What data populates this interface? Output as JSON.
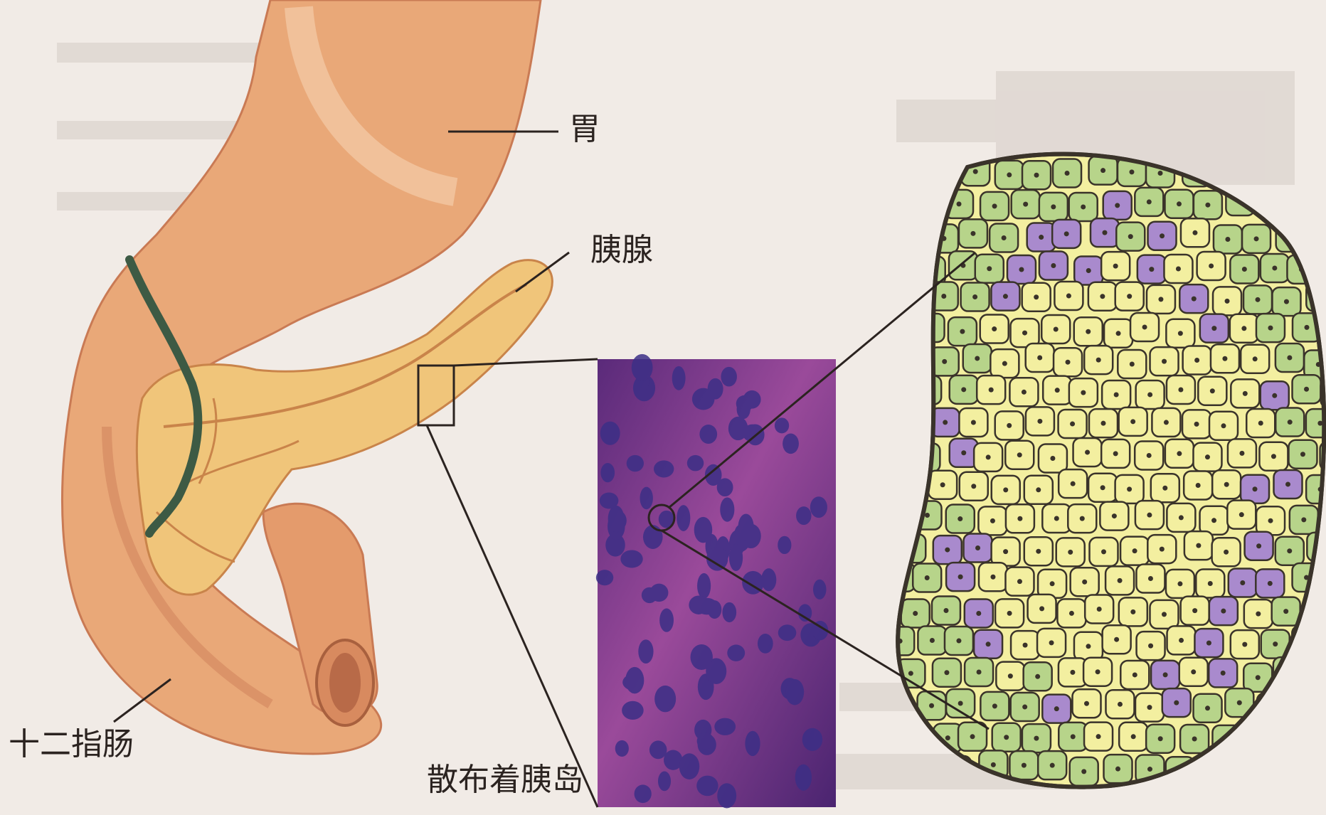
{
  "labels": {
    "stomach": "胃",
    "pancreas": "胰腺",
    "duodenum": "十二指肠",
    "islets": "散布着胰岛"
  },
  "colors": {
    "background": "#f1ebe6",
    "organ": "#e9a878",
    "organ_shadow": "#c97a54",
    "pancreas": "#f0c57a",
    "pancreas_line": "#c9844a",
    "bile_duct": "#3d5a44",
    "micrograph": "#7a3c8f",
    "micrograph_nuclei": "#3c2f86",
    "cell_yellow": "#f3efa0",
    "cell_green": "#b7d48a",
    "cell_purple": "#a98acd",
    "cell_outline": "#3a332a",
    "leader_line": "#2b2320"
  }
}
